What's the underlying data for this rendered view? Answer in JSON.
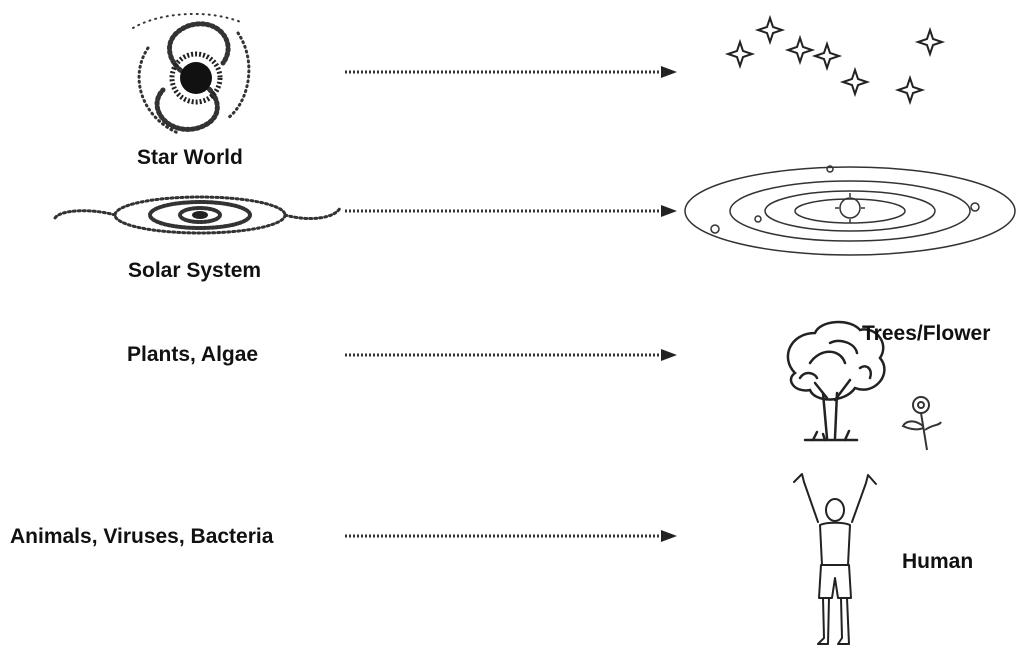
{
  "diagram": {
    "rows": [
      {
        "id": "star-world",
        "left_label": "Star World",
        "left_icon": "galaxy-icon",
        "right_icon": "stars-icon",
        "right_label": ""
      },
      {
        "id": "solar-system",
        "left_label": "Solar System",
        "left_icon": "spiral-galaxy-icon",
        "right_icon": "solar-orbits-icon",
        "right_label": ""
      },
      {
        "id": "plants",
        "left_label": "Plants, Algae",
        "left_icon": "",
        "right_icon": "tree-flower-icon",
        "right_label": "Trees/Flower"
      },
      {
        "id": "animals",
        "left_label": "Animals, Viruses, Bacteria",
        "left_icon": "",
        "right_icon": "human-figure-icon",
        "right_label": "Human"
      }
    ],
    "colors": {
      "ink": "#111111",
      "arrow": "#333333",
      "background": "#ffffff"
    }
  }
}
